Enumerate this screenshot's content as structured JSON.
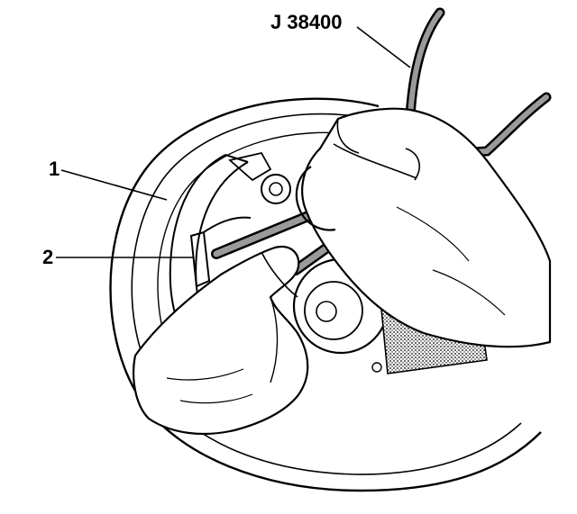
{
  "callouts": {
    "tool": "J 38400",
    "one": "1",
    "two": "2"
  },
  "colors": {
    "ink": "#000000",
    "paper": "#ffffff",
    "stipple": "#9a9a9a"
  }
}
